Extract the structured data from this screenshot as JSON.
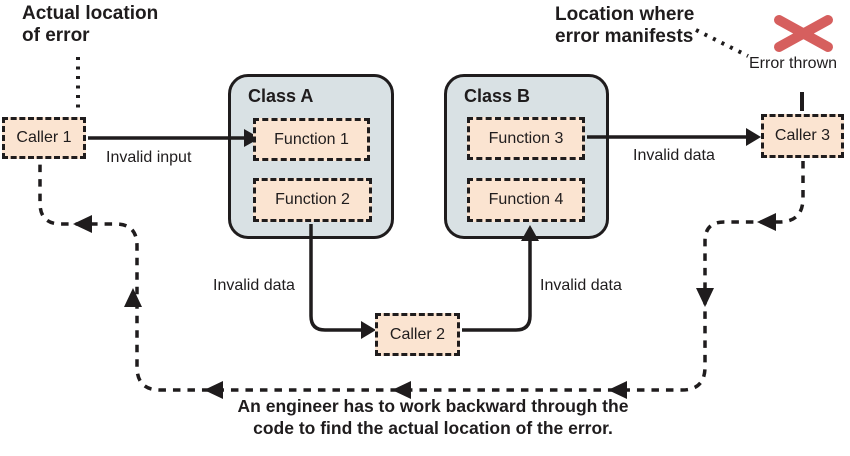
{
  "colors": {
    "peach": "#fbe4d1",
    "class_fill": "#d9e1e4",
    "ink": "#1f1c1d",
    "error_red": "#d65f5e",
    "background": "#ffffff"
  },
  "annotations": {
    "actual_location": {
      "line1": "Actual location",
      "line2": "of error"
    },
    "manifest_location": {
      "line1": "Location where",
      "line2": "error manifests"
    },
    "error_thrown": "Error thrown",
    "caption": {
      "line1": "An engineer has to work backward through the",
      "line2": "code to find the actual location of the error."
    }
  },
  "nodes": {
    "caller1": "Caller 1",
    "caller2": "Caller 2",
    "caller3": "Caller 3",
    "class_a": {
      "label": "Class A",
      "functions": [
        "Function 1",
        "Function 2"
      ]
    },
    "class_b": {
      "label": "Class B",
      "functions": [
        "Function 3",
        "Function 4"
      ]
    }
  },
  "edges": {
    "caller1_to_function1": "Invalid input",
    "function2_to_caller2": "Invalid data",
    "caller2_to_function4": "Invalid data",
    "function3_to_caller3": "Invalid data"
  }
}
